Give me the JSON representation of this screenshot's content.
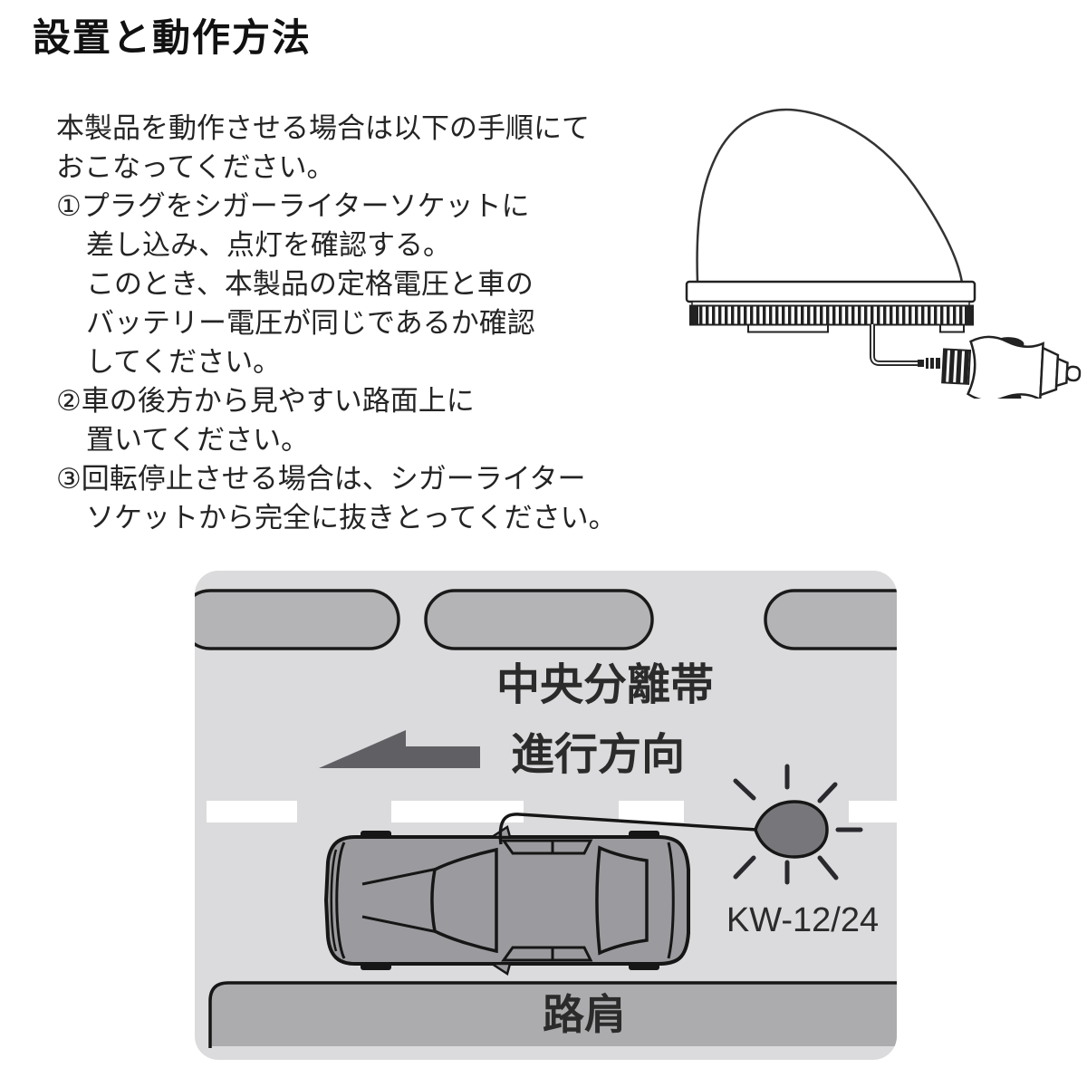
{
  "page": {
    "title": "設置と動作方法",
    "instructions": [
      {
        "text": "本製品を動作させる場合は以下の手順にて"
      },
      {
        "text": "おこなってください。"
      },
      {
        "text": "①プラグをシガーライターソケットに"
      },
      {
        "text": "差し込み、点灯を確認する。"
      },
      {
        "text": "このとき、本製品の定格電圧と車の"
      },
      {
        "text": "バッテリー電圧が同じであるか確認"
      },
      {
        "text": "してください。"
      },
      {
        "text": "②車の後方から見やすい路面上に"
      },
      {
        "text": "置いてください。"
      },
      {
        "text": "③回転停止させる場合は、シガーライター"
      },
      {
        "text": "ソケットから完全に抜きとってください。"
      }
    ]
  },
  "diagram": {
    "median_label": "中央分離帯",
    "direction_label": "進行方向",
    "shoulder_label": "路肩",
    "beacon_label": "KW-12/24",
    "colors": {
      "background": "#dbdbdd",
      "block": "#b4b4b7",
      "shoulder": "#acacaf",
      "car": "#9b9b9f",
      "beacon": "#77777b",
      "arrow": "#606064",
      "dash": "#ffffff",
      "outline": "#1a1a1a"
    }
  }
}
